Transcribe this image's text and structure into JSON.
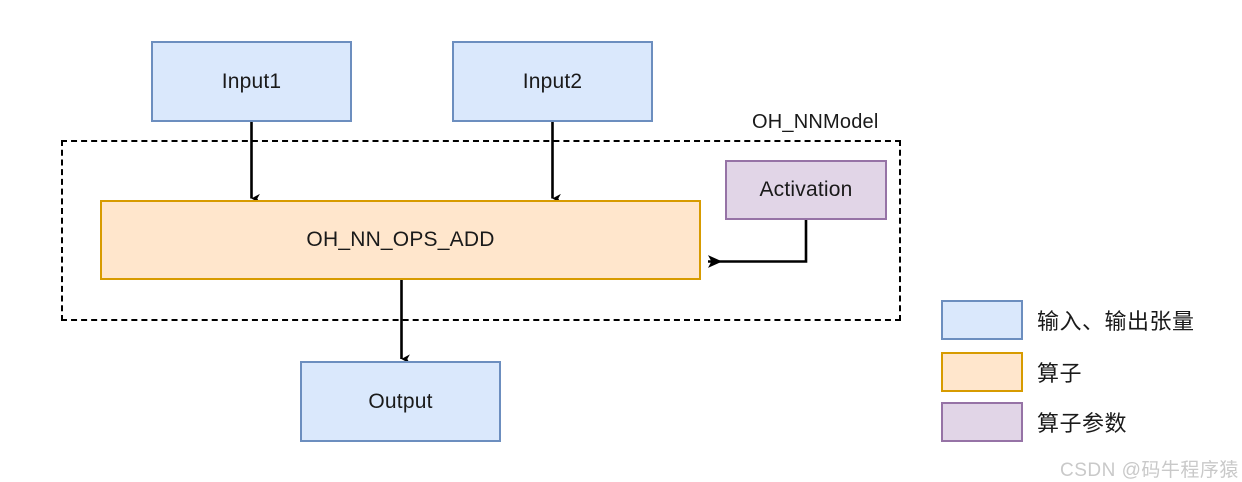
{
  "diagram": {
    "title_label": "OH_NNModel",
    "nodes": {
      "input1": {
        "label": "Input1",
        "type": "tensor"
      },
      "input2": {
        "label": "Input2",
        "type": "tensor"
      },
      "operator": {
        "label": "OH_NN_OPS_ADD",
        "type": "operator"
      },
      "activation": {
        "label": "Activation",
        "type": "parameter"
      },
      "output": {
        "label": "Output",
        "type": "tensor"
      }
    }
  },
  "legend": {
    "items": [
      {
        "label": "输入、输出张量",
        "swatch": "tensor"
      },
      {
        "label": "算子",
        "swatch": "operator"
      },
      {
        "label": "算子参数",
        "swatch": "parameter"
      }
    ]
  },
  "watermark": {
    "text": "CSDN @码牛程序猿"
  },
  "colors": {
    "tensor_fill": "#dae8fc",
    "tensor_stroke": "#6c8ebf",
    "operator_fill": "#ffe6cc",
    "operator_stroke": "#d79b00",
    "parameter_fill": "#e1d5e7",
    "parameter_stroke": "#9673a6",
    "edge": "#000000",
    "watermark": "#c9c9c9"
  }
}
